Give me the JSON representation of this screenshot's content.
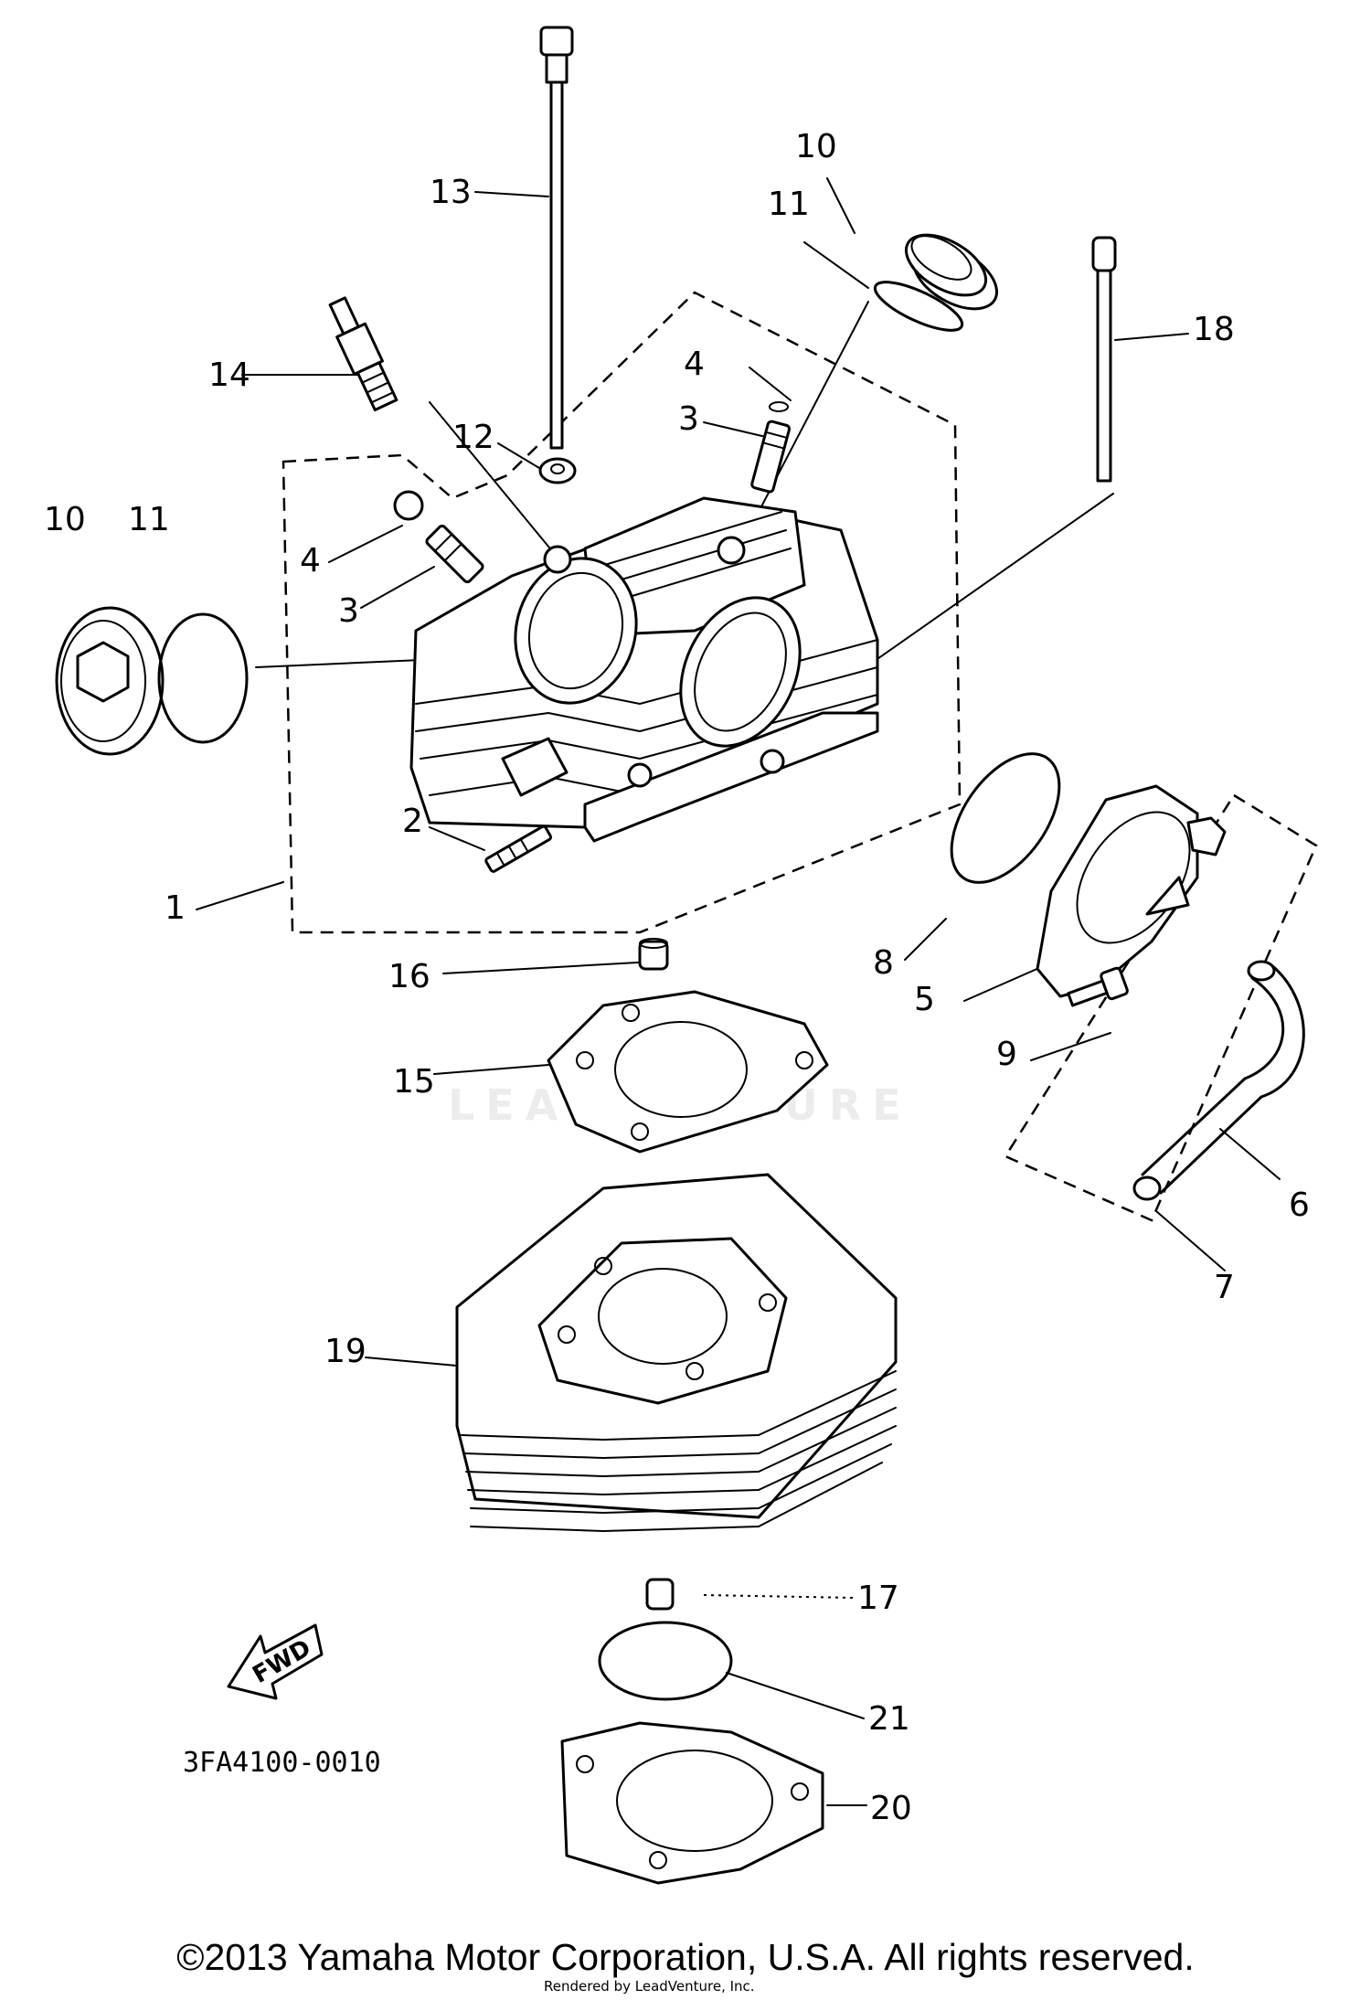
{
  "diagram": {
    "part_labels": [
      "1",
      "2",
      "3",
      "3",
      "4",
      "4",
      "5",
      "6",
      "7",
      "8",
      "9",
      "10",
      "10",
      "11",
      "11",
      "12",
      "13",
      "14",
      "15",
      "16",
      "17",
      "18",
      "19",
      "20",
      "21"
    ],
    "fwd_label": "FWD",
    "diagram_code": "3FA4100-0010",
    "watermark": "LEADVENTURE",
    "rendered_note": "Rendered by LeadVenture, Inc."
  },
  "footer": {
    "copyright": "©2013 Yamaha Motor Corporation, U.S.A. All rights reserved."
  }
}
